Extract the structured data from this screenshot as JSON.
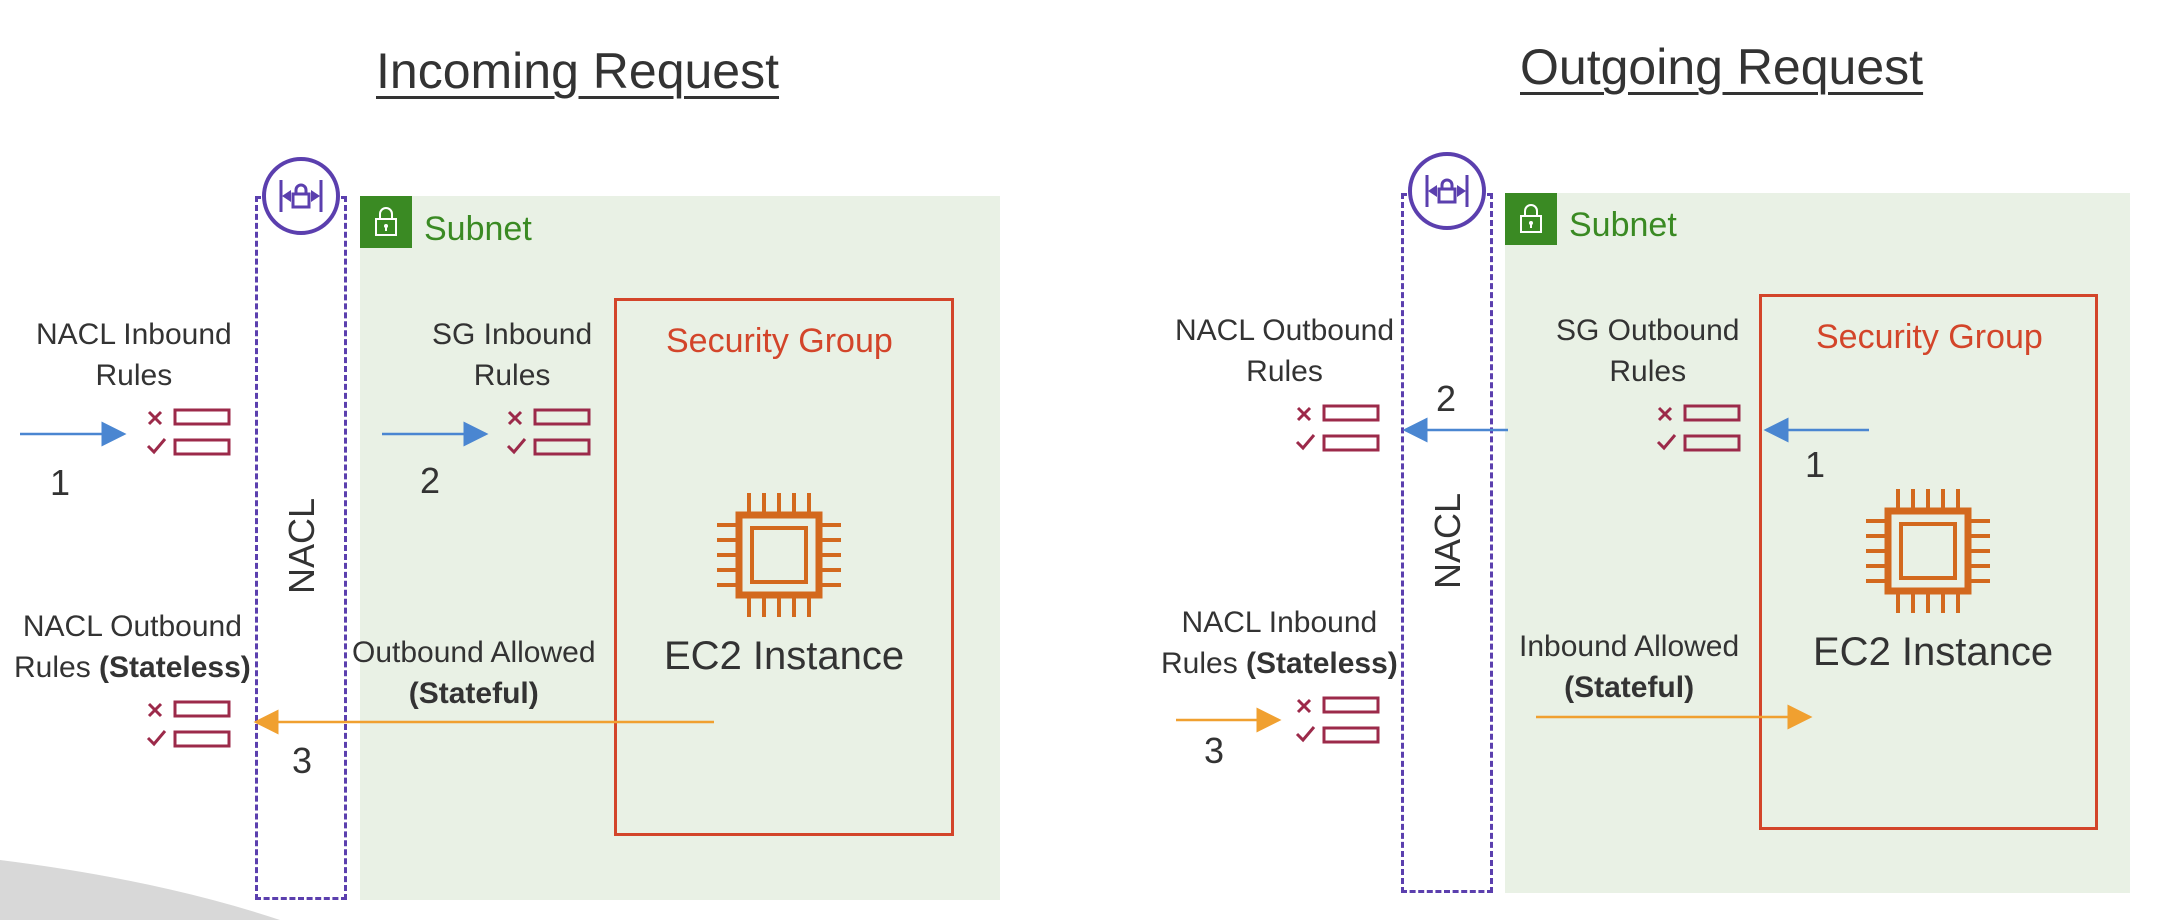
{
  "colors": {
    "subnet_green": "#3a8a23",
    "subnet_bg": "#e9f1e5",
    "security_group_red": "#d3452a",
    "nacl_purple": "#5b3fae",
    "rules_icon": "#9c2a4a",
    "ec2_orange": "#d3691e",
    "arrow_blue": "#4a86d1",
    "arrow_orange": "#f0a030"
  },
  "icons": {
    "nacl": "nacl-lock-icon",
    "subnet": "subnet-lock-icon",
    "rules": "rules-list-icon",
    "ec2": "ec2-chip-icon"
  },
  "incoming": {
    "title": "Incoming Request",
    "subnet": "Subnet",
    "security_group": "Security Group",
    "nacl": "NACL",
    "ec2": "EC2 Instance",
    "nacl_inbound_line1": "NACL Inbound",
    "nacl_inbound_line2": "Rules",
    "sg_inbound_line1": "SG Inbound",
    "sg_inbound_line2": "Rules",
    "nacl_outbound_line1": "NACL Outbound",
    "nacl_outbound_line2_plain": "Rules ",
    "nacl_outbound_line2_bold": "(Stateless)",
    "allowed_line1": "Outbound Allowed",
    "allowed_line2": "(Stateful)",
    "step1": "1",
    "step2": "2",
    "step3": "3"
  },
  "outgoing": {
    "title": "Outgoing Request",
    "subnet": "Subnet",
    "security_group": "Security Group",
    "nacl": "NACL",
    "ec2": "EC2 Instance",
    "nacl_outbound_line1": "NACL Outbound",
    "nacl_outbound_line2": "Rules",
    "sg_outbound_line1": "SG Outbound",
    "sg_outbound_line2": "Rules",
    "nacl_inbound_line1": "NACL Inbound",
    "nacl_inbound_line2_plain": "Rules ",
    "nacl_inbound_line2_bold": "(Stateless)",
    "allowed_line1": "Inbound Allowed",
    "allowed_line2": "(Stateful)",
    "step1": "1",
    "step2": "2",
    "step3": "3"
  }
}
